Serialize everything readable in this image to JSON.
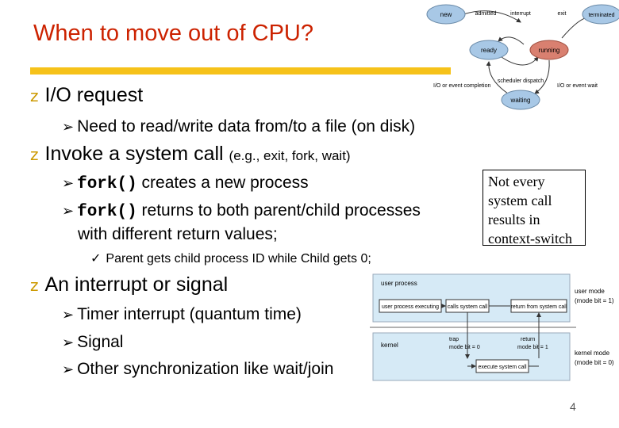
{
  "slide": {
    "title": "When to move out of CPU?",
    "page_number": "4",
    "bullet_marker": "z",
    "bullets": [
      {
        "text": "I/O request",
        "sub": [
          "Need to read/write data from/to a file (on disk)"
        ]
      },
      {
        "text": "Invoke a system call",
        "paren": "(e.g., exit, fork, wait)",
        "sub": [
          {
            "code": "fork()",
            "rest": " creates a new process"
          },
          {
            "code": "fork()",
            "rest": " returns to both parent/child processes",
            "cont": "with different return values;"
          }
        ],
        "subsub": [
          "Parent gets child process ID while Child gets 0;"
        ]
      },
      {
        "text": "An interrupt or signal",
        "sub": [
          "Timer interrupt (quantum time)",
          "Signal",
          "Other synchronization like wait/join"
        ]
      }
    ],
    "note_box": [
      "Not every",
      "system call",
      "results in",
      "context-switch"
    ]
  },
  "state_diagram": {
    "states": [
      "new",
      "ready",
      "running",
      "waiting",
      "terminated"
    ],
    "transitions": [
      "admitted",
      "interrupt",
      "exit",
      "scheduler dispatch",
      "I/O or event completion",
      "I/O or event wait"
    ],
    "colors": {
      "running": "#d98070",
      "state": "#a8c8e6"
    }
  },
  "syscall_diagram": {
    "user_process": "user process",
    "user_process_executing": "user process executing",
    "calls_system_call": "calls system call",
    "return_from_system_call": "return from system call",
    "user_mode": [
      "user mode",
      "(mode bit = 1)"
    ],
    "kernel": "kernel",
    "trap": [
      "trap",
      "mode bit = 0"
    ],
    "return": [
      "return",
      "mode bit = 1"
    ],
    "execute_system_call": "execute system call",
    "kernel_mode": [
      "kernel mode",
      "(mode bit = 0)"
    ]
  }
}
